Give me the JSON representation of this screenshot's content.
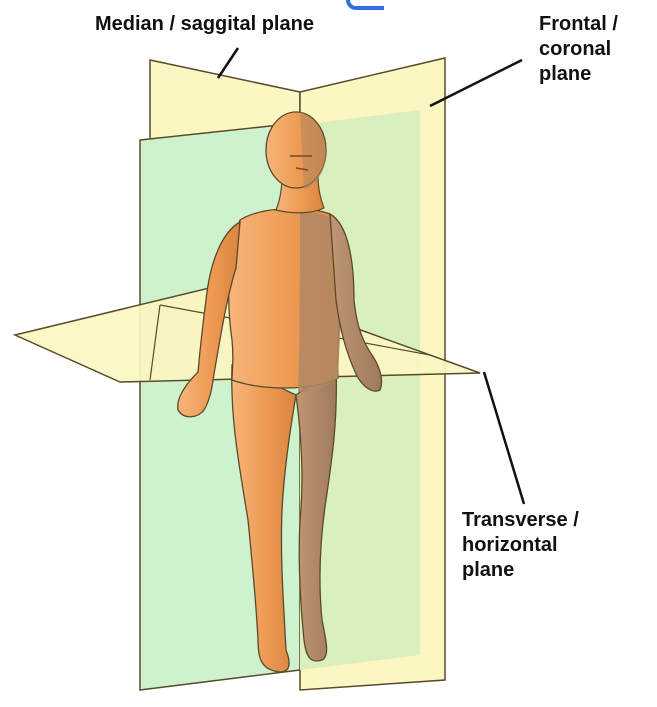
{
  "labels": {
    "median": [
      "Median / saggital plane"
    ],
    "frontal": [
      "Frontal /",
      "coronal",
      "plane"
    ],
    "transverse": [
      "Transverse /",
      "horizontal",
      "plane"
    ]
  },
  "colors": {
    "sagittal_plane": "#fbf6c2",
    "frontal_plane": "#cdf2cd",
    "transverse_plane": "#fbf6c2",
    "skin": "#f3a05d",
    "skin_shadow": "#b08866",
    "outline": "#5a4a2a"
  }
}
